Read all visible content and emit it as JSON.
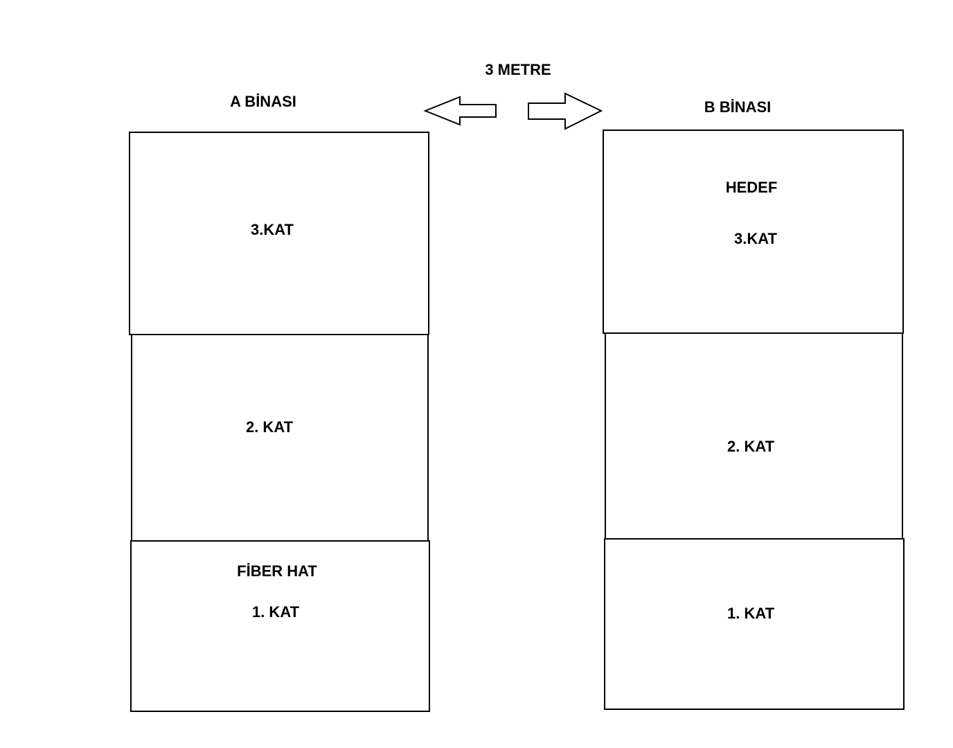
{
  "distance_label": "3 METRE",
  "building_a": {
    "title": "A BİNASI",
    "floor3": {
      "label": "3.KAT"
    },
    "floor2": {
      "label": "2. KAT"
    },
    "floor1": {
      "note": "FİBER HAT",
      "label": "1. KAT"
    }
  },
  "building_b": {
    "title": "B BİNASI",
    "floor3": {
      "note": "HEDEF",
      "label": "3.KAT"
    },
    "floor2": {
      "label": "2. KAT"
    },
    "floor1": {
      "label": "1. KAT"
    }
  },
  "colors": {
    "line": "#000000",
    "background": "#ffffff"
  }
}
